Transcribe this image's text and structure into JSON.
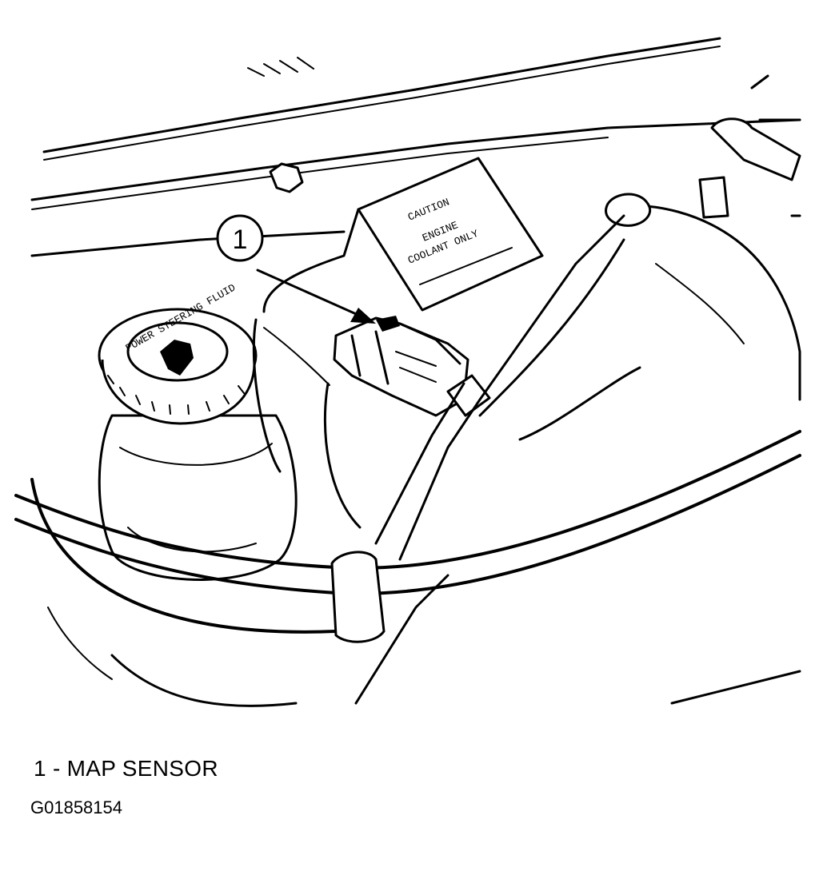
{
  "callout": {
    "number": "1"
  },
  "legend": {
    "text": "1 - MAP SENSOR"
  },
  "figure_id": "G01858154",
  "labels": {
    "reservoir_cap": "POWER STEERING FLUID",
    "caution_line1": "CAUTION",
    "caution_line2": "ENGINE",
    "caution_line3": "COOLANT ONLY"
  }
}
